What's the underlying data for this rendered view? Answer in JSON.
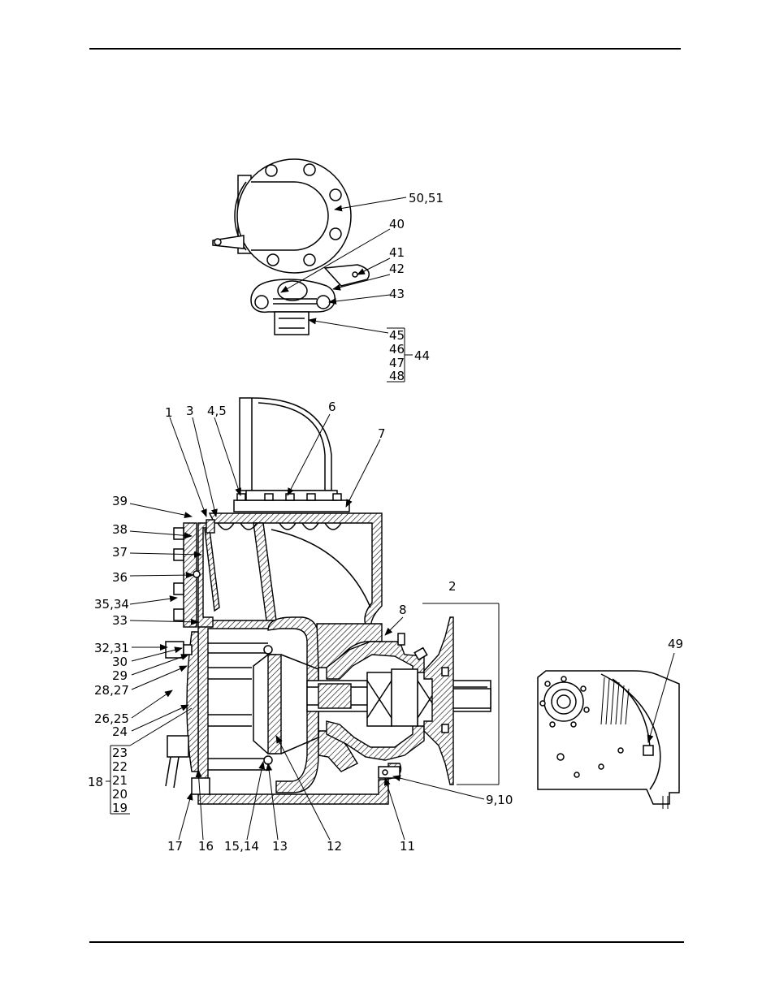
{
  "callouts_top": {
    "c50_51": "50,51",
    "c40": "40",
    "c41": "41",
    "c42": "42",
    "c43": "43",
    "c45": "45",
    "c46": "46",
    "c47": "47",
    "c48": "48",
    "c44": "44"
  },
  "callouts_main": {
    "c1": "1",
    "c3": "3",
    "c4_5": "4,5",
    "c6": "6",
    "c7": "7",
    "c39": "39",
    "c38": "38",
    "c37": "37",
    "c36": "36",
    "c35_34": "35,34",
    "c33": "33",
    "c32_31": "32,31",
    "c30": "30",
    "c29": "29",
    "c28_27": "28,27",
    "c26_25": "26,25",
    "c24": "24",
    "c23": "23",
    "c22": "22",
    "c21": "21",
    "c20": "20",
    "c19": "19",
    "c18": "18",
    "c2": "2",
    "c8": "8",
    "c9_10": "9,10",
    "c11": "11",
    "c12": "12",
    "c13": "13",
    "c15_14": "15,14",
    "c16": "16",
    "c17": "17"
  },
  "callouts_side": {
    "c49": "49"
  }
}
